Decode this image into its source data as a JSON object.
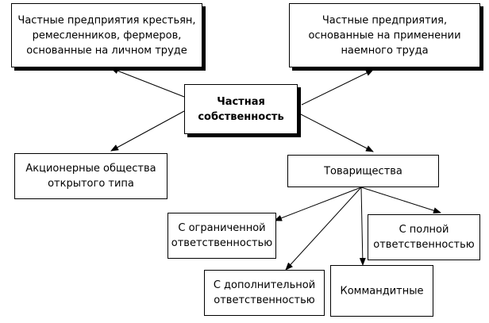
{
  "nodes": {
    "top_left": "Частные предприятия крестьян,\nремесленников, фермеров,\nоснованные на личном труде",
    "top_right": "Частные предприятия,\nоснованные на применении\nнаемного труда",
    "center": "Частная\nсобственность",
    "joint_stock": "Акционерные общества\nоткрытого типа",
    "partnerships": "Товарищества",
    "limited": "С ограниченной\nответственностью",
    "full": "С полной\nответственностью",
    "additional": "С дополнительной\nответственностью",
    "kommandit": "Коммандитные"
  },
  "colors": {
    "line": "#000000",
    "fill": "#ffffff"
  }
}
